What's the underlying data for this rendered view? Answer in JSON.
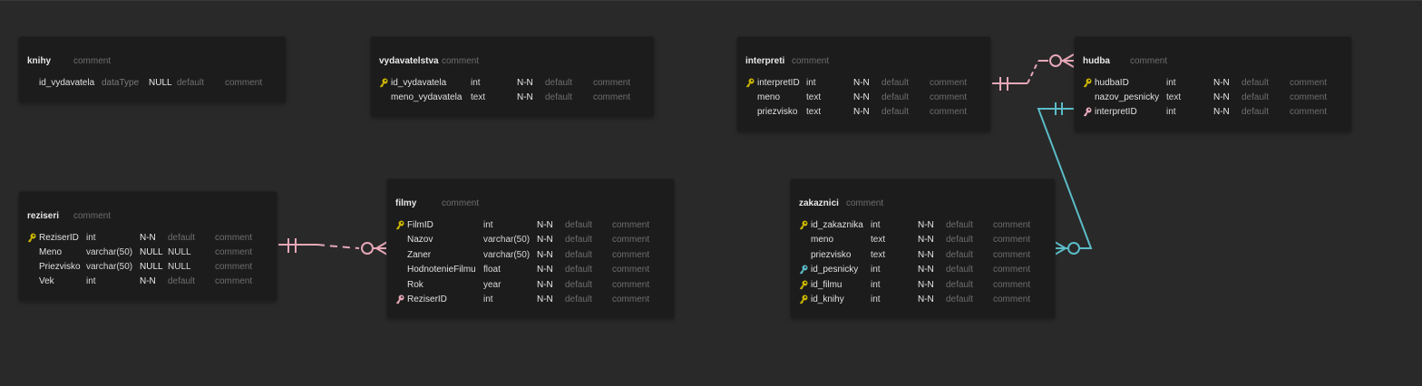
{
  "colors": {
    "background": "#292929",
    "table": "#1c1c1c",
    "primary_key": "#c8b400",
    "foreign_key": "#e6a8b8",
    "link_pink": "#e6a8b8",
    "link_teal": "#5bbcc8",
    "key_teal": "#5bbcc8"
  },
  "tables": {
    "knihy": {
      "name": "knihy",
      "comment": "comment",
      "columns": [
        {
          "name": "id_vydavatela",
          "type": "dataType",
          "null": "NULL",
          "default": "default",
          "comment": "comment",
          "key": "none"
        }
      ]
    },
    "vydavatelstva": {
      "name": "vydavatelstva",
      "comment": "comment",
      "columns": [
        {
          "name": "id_vydavatela",
          "type": "int",
          "null": "N-N",
          "default": "default",
          "comment": "comment",
          "key": "primary-key-icon"
        },
        {
          "name": "meno_vydavatela",
          "type": "text",
          "null": "N-N",
          "default": "default",
          "comment": "comment",
          "key": "none"
        }
      ]
    },
    "interpreti": {
      "name": "interpreti",
      "comment": "comment",
      "columns": [
        {
          "name": "interpretID",
          "type": "int",
          "null": "N-N",
          "default": "default",
          "comment": "comment",
          "key": "primary-key-icon"
        },
        {
          "name": "meno",
          "type": "text",
          "null": "N-N",
          "default": "default",
          "comment": "comment",
          "key": "none"
        },
        {
          "name": "priezvisko",
          "type": "text",
          "null": "N-N",
          "default": "default",
          "comment": "comment",
          "key": "none"
        }
      ]
    },
    "hudba": {
      "name": "hudba",
      "comment": "comment",
      "columns": [
        {
          "name": "hudbaID",
          "type": "int",
          "null": "N-N",
          "default": "default",
          "comment": "comment",
          "key": "primary-key-icon"
        },
        {
          "name": "nazov_pesnicky",
          "type": "text",
          "null": "N-N",
          "default": "default",
          "comment": "comment",
          "key": "none"
        },
        {
          "name": "interpretID",
          "type": "int",
          "null": "N-N",
          "default": "default",
          "comment": "comment",
          "key": "foreign-key-icon"
        }
      ]
    },
    "reziseri": {
      "name": "reziseri",
      "comment": "comment",
      "columns": [
        {
          "name": "ReziserID",
          "type": "int",
          "null": "N-N",
          "default": "default",
          "comment": "comment",
          "key": "primary-key-icon"
        },
        {
          "name": "Meno",
          "type": "varchar(50)",
          "null": "NULL",
          "default": "NULL",
          "comment": "comment",
          "key": "none"
        },
        {
          "name": "Priezvisko",
          "type": "varchar(50)",
          "null": "NULL",
          "default": "NULL",
          "comment": "comment",
          "key": "none"
        },
        {
          "name": "Vek",
          "type": "int",
          "null": "N-N",
          "default": "default",
          "comment": "comment",
          "key": "none"
        }
      ]
    },
    "filmy": {
      "name": "filmy",
      "comment": "comment",
      "columns": [
        {
          "name": "FilmID",
          "type": "int",
          "null": "N-N",
          "default": "default",
          "comment": "comment",
          "key": "primary-key-icon"
        },
        {
          "name": "Nazov",
          "type": "varchar(50)",
          "null": "N-N",
          "default": "default",
          "comment": "comment",
          "key": "none"
        },
        {
          "name": "Zaner",
          "type": "varchar(50)",
          "null": "N-N",
          "default": "default",
          "comment": "comment",
          "key": "none"
        },
        {
          "name": "HodnotenieFilmu",
          "type": "float",
          "null": "N-N",
          "default": "default",
          "comment": "comment",
          "key": "none"
        },
        {
          "name": "Rok",
          "type": "year",
          "null": "N-N",
          "default": "default",
          "comment": "comment",
          "key": "none"
        },
        {
          "name": "ReziserID",
          "type": "int",
          "null": "N-N",
          "default": "default",
          "comment": "comment",
          "key": "foreign-key-icon"
        }
      ]
    },
    "zakaznici": {
      "name": "zakaznici",
      "comment": "comment",
      "columns": [
        {
          "name": "id_zakaznika",
          "type": "int",
          "null": "N-N",
          "default": "default",
          "comment": "comment",
          "key": "primary-key-icon"
        },
        {
          "name": "meno",
          "type": "text",
          "null": "N-N",
          "default": "default",
          "comment": "comment",
          "key": "none"
        },
        {
          "name": "priezvisko",
          "type": "text",
          "null": "N-N",
          "default": "default",
          "comment": "comment",
          "key": "none"
        },
        {
          "name": "id_pesnicky",
          "type": "int",
          "null": "N-N",
          "default": "default",
          "comment": "comment",
          "key": "foreign-key-teal-icon"
        },
        {
          "name": "id_filmu",
          "type": "int",
          "null": "N-N",
          "default": "default",
          "comment": "comment",
          "key": "primary-key-icon"
        },
        {
          "name": "id_knihy",
          "type": "int",
          "null": "N-N",
          "default": "default",
          "comment": "comment",
          "key": "primary-key-icon"
        }
      ]
    }
  },
  "relations": [
    {
      "from": "interpreti.interpretID",
      "to": "hudba",
      "from_end": "one-and-only-one",
      "to_end": "zero-or-many",
      "style": "dashed",
      "color": "#e6a8b8"
    },
    {
      "from": "reziseri.ReziserID",
      "to": "filmy",
      "from_end": "one-and-only-one",
      "to_end": "zero-or-many",
      "style": "dashed",
      "color": "#e6a8b8"
    },
    {
      "from": "hudba.interpretID",
      "to": "zakaznici",
      "from_end": "one-and-only-one",
      "to_end": "zero-or-many",
      "style": "solid",
      "color": "#5bbcc8"
    }
  ]
}
